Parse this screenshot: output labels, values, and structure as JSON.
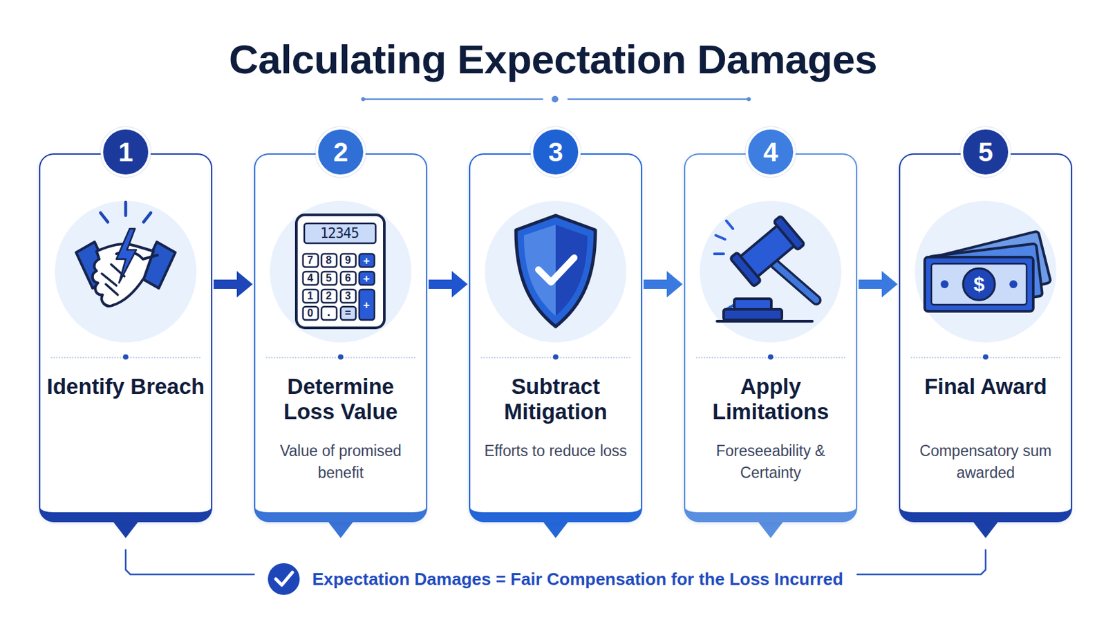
{
  "diagram": {
    "title": "Calculating Expectation Damages",
    "caption": "Expectation Damages = Fair Compensation for the Loss Incurred",
    "nodes": [
      {
        "text": [
          "1",
          "Identify Breach"
        ]
      },
      {
        "text": [
          "2",
          "Determine Loss Value",
          "Value of promised benefit"
        ]
      },
      {
        "text": [
          "3",
          "Subtract Mitigation",
          "Efforts to reduce loss"
        ]
      },
      {
        "text": [
          "4",
          "Apply Limitations",
          "Foreseeability & Certainty"
        ]
      },
      {
        "text": [
          "5",
          "Final Award",
          "Compensatory sum awarded"
        ]
      }
    ],
    "edges": [
      {
        "from": 0,
        "to": 1,
        "arrow": "to"
      },
      {
        "from": 1,
        "to": 2,
        "arrow": "to"
      },
      {
        "from": 2,
        "to": 3,
        "arrow": "to"
      },
      {
        "from": 3,
        "to": 4,
        "arrow": "to"
      }
    ],
    "labels": [
      "12345",
      "7",
      "8",
      "9",
      "+",
      "4",
      "5",
      "6",
      "+",
      "1",
      "2",
      "3",
      "+",
      "0",
      ".",
      "=",
      "$"
    ]
  }
}
